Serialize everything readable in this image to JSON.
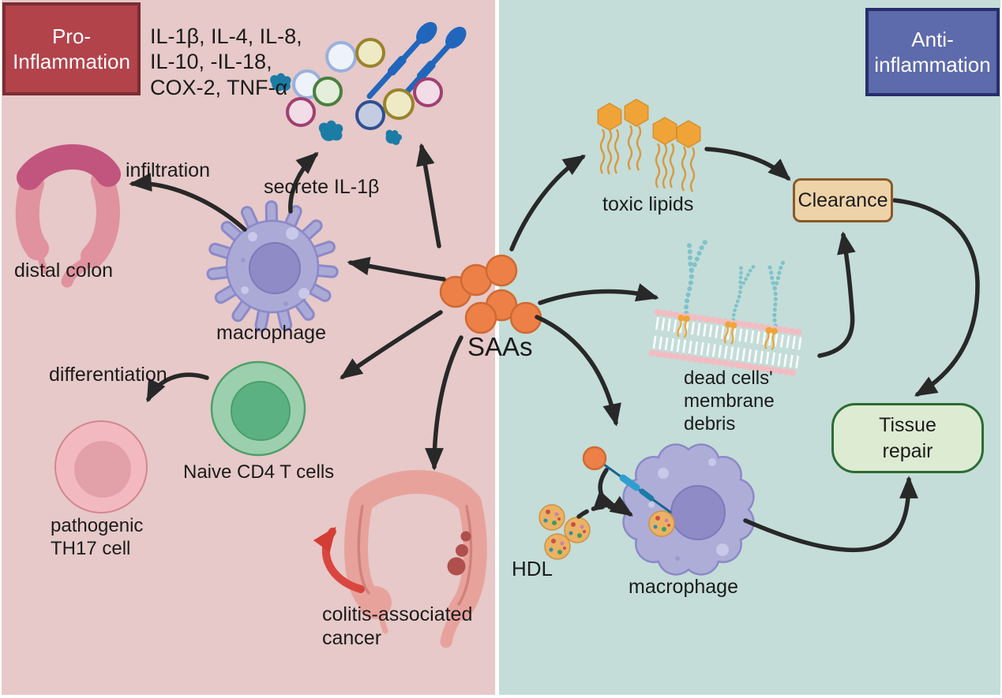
{
  "figure": {
    "left_panel": {
      "title_line1": "Pro-",
      "title_line2": "Inflammation",
      "cytokines": [
        "IL-1β, IL-4, IL-8,",
        "IL-10, -IL-18,",
        "COX-2, TNF-α"
      ],
      "labels": {
        "infiltration": "infiltration",
        "secrete": "secrete IL-1β",
        "distal_colon": "distal colon",
        "macrophage": "macrophage",
        "differentiation": "differentiation",
        "naive_cd4": "Naive CD4 T cells",
        "pathogenic_line1": "pathogenic",
        "pathogenic_line2": "TH17 cell",
        "colitis_line1": "colitis-associated",
        "colitis_line2": "cancer"
      }
    },
    "center": {
      "saas": "SAAs"
    },
    "right_panel": {
      "title_line1": "Anti-",
      "title_line2": "inflammation",
      "labels": {
        "toxic_lipids": "toxic lipids",
        "clearance": "Clearance",
        "dead_cells_line1": "dead cells'",
        "dead_cells_line2": "membrane",
        "dead_cells_line3": "debris",
        "tissue_line1": "Tissue",
        "tissue_line2": "repair",
        "hdl": "HDL",
        "macrophage": "macrophage"
      }
    },
    "colors": {
      "pro_background": "#e6c9c8",
      "anti_background": "#c4ddd8",
      "pro_box_fill": "#b2434b",
      "pro_box_border": "#7b2d33",
      "anti_box_fill": "#5d6aab",
      "anti_box_border": "#272e6b",
      "clearance_fill": "#eed3a9",
      "clearance_border": "#8a5a28",
      "tissue_fill": "#ddebd3",
      "tissue_border": "#2c6c33",
      "arrow": "#282828",
      "red_arrow": "#d23d35",
      "saa_orange": "#ec8046",
      "macrophage_purple": "#aeadd8",
      "lipid_orange": "#f0a437",
      "hdl_gold": "#e9b264",
      "colon_pink": "#e0929e",
      "colon_dark": "#c2557e"
    },
    "illustrations": [
      "distal-colon-illustration",
      "cytokine-molecules",
      "macrophage-cell-left",
      "naive-cd4-t-cell",
      "th17-cell",
      "colitis-colon-illustration",
      "saa-protein-cluster",
      "toxic-lipid-molecules",
      "lipid-bilayer-membrane",
      "hdl-particles",
      "macrophage-cell-right",
      "red-up-arrow"
    ]
  }
}
